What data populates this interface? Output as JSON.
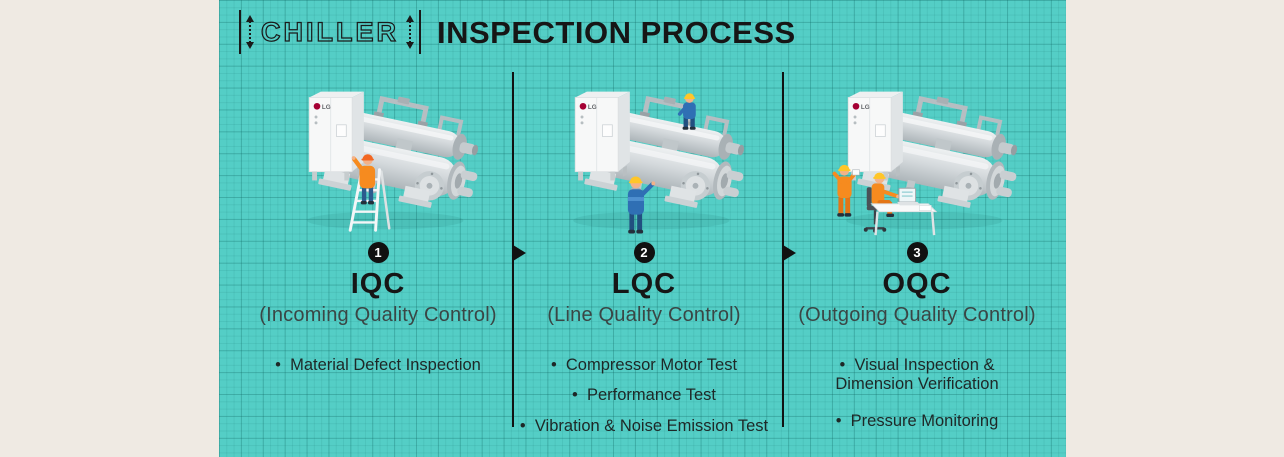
{
  "title": {
    "brand_word": "CHILLER",
    "rest": "INSPECTION PROCESS"
  },
  "lg_logo": "LG",
  "stages": [
    {
      "number": "1",
      "code": "IQC",
      "name": "(Incoming Quality Control)",
      "bullets": [
        "Material Defect Inspection"
      ]
    },
    {
      "number": "2",
      "code": "LQC",
      "name": "(Line Quality Control)",
      "bullets": [
        "Compressor Motor Test",
        "Performance Test",
        "Vibration & Noise Emission Test"
      ]
    },
    {
      "number": "3",
      "code": "OQC",
      "name": "(Outgoing Quality Control)",
      "bullets": [
        "Visual Inspection & Dimension Verification",
        "Pressure Monitoring"
      ]
    }
  ],
  "colors": {
    "board_teal": "#54cec6",
    "frame_beige": "#efeae3",
    "ink": "#161616",
    "lg_red": "#a50034",
    "worker_orange": "#f68b1f",
    "worker_blue": "#2f6fb4",
    "helmet_yellow": "#ffc629"
  }
}
